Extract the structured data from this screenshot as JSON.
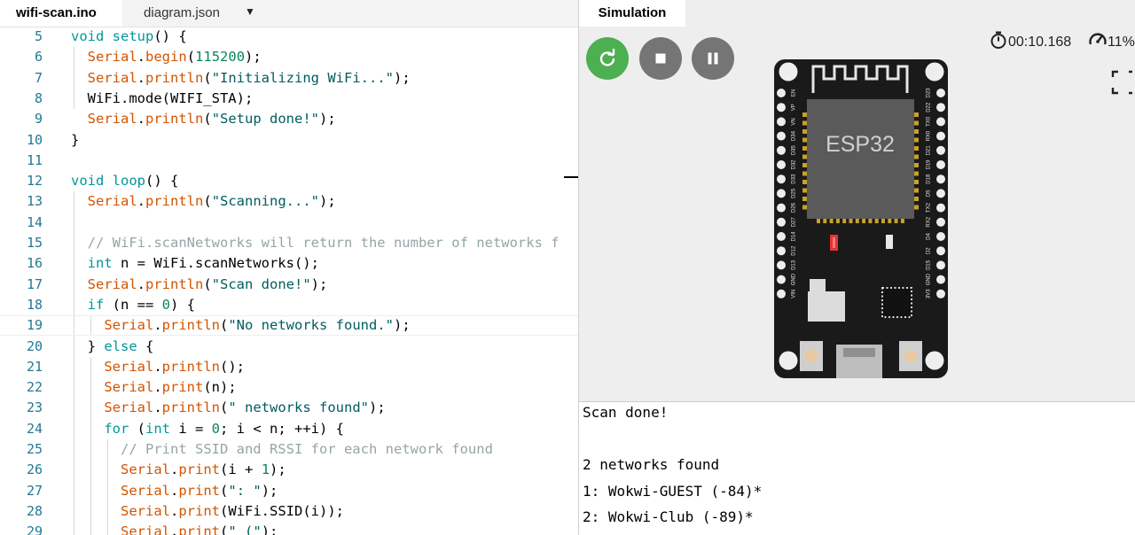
{
  "editor": {
    "tabs": [
      {
        "label": "wifi-scan.ino",
        "active": true
      },
      {
        "label": "diagram.json",
        "active": false
      }
    ],
    "menu_icon": "caret-down-icon",
    "lines": [
      {
        "n": "5",
        "tokens": [
          [
            "kw",
            "void"
          ],
          [
            "pl",
            " "
          ],
          [
            "kw",
            "setup"
          ],
          [
            "pl",
            "() {"
          ]
        ]
      },
      {
        "n": "6",
        "tokens": [
          [
            "pl",
            "  "
          ],
          [
            "fn",
            "Serial"
          ],
          [
            "pl",
            "."
          ],
          [
            "fn",
            "begin"
          ],
          [
            "pl",
            "("
          ],
          [
            "num",
            "115200"
          ],
          [
            "pl",
            ");"
          ]
        ]
      },
      {
        "n": "7",
        "tokens": [
          [
            "pl",
            "  "
          ],
          [
            "fn",
            "Serial"
          ],
          [
            "pl",
            "."
          ],
          [
            "fn",
            "println"
          ],
          [
            "pl",
            "("
          ],
          [
            "str",
            "\"Initializing WiFi...\""
          ],
          [
            "pl",
            ");"
          ]
        ]
      },
      {
        "n": "8",
        "tokens": [
          [
            "pl",
            "  WiFi.mode(WIFI_STA);"
          ]
        ]
      },
      {
        "n": "9",
        "tokens": [
          [
            "pl",
            "  "
          ],
          [
            "fn",
            "Serial"
          ],
          [
            "pl",
            "."
          ],
          [
            "fn",
            "println"
          ],
          [
            "pl",
            "("
          ],
          [
            "str",
            "\"Setup done!\""
          ],
          [
            "pl",
            ");"
          ]
        ]
      },
      {
        "n": "10",
        "tokens": [
          [
            "pl",
            "}"
          ]
        ]
      },
      {
        "n": "11",
        "tokens": []
      },
      {
        "n": "12",
        "tokens": [
          [
            "kw",
            "void"
          ],
          [
            "pl",
            " "
          ],
          [
            "kw",
            "loop"
          ],
          [
            "pl",
            "() {"
          ]
        ]
      },
      {
        "n": "13",
        "tokens": [
          [
            "pl",
            "  "
          ],
          [
            "fn",
            "Serial"
          ],
          [
            "pl",
            "."
          ],
          [
            "fn",
            "println"
          ],
          [
            "pl",
            "("
          ],
          [
            "str",
            "\"Scanning...\""
          ],
          [
            "pl",
            ");"
          ]
        ]
      },
      {
        "n": "14",
        "tokens": []
      },
      {
        "n": "15",
        "tokens": [
          [
            "pl",
            "  "
          ],
          [
            "cm",
            "// WiFi.scanNetworks will return the number of networks f"
          ]
        ]
      },
      {
        "n": "16",
        "tokens": [
          [
            "pl",
            "  "
          ],
          [
            "kw",
            "int"
          ],
          [
            "pl",
            " n = WiFi.scanNetworks();"
          ]
        ]
      },
      {
        "n": "17",
        "tokens": [
          [
            "pl",
            "  "
          ],
          [
            "fn",
            "Serial"
          ],
          [
            "pl",
            "."
          ],
          [
            "fn",
            "println"
          ],
          [
            "pl",
            "("
          ],
          [
            "str",
            "\"Scan done!\""
          ],
          [
            "pl",
            ");"
          ]
        ]
      },
      {
        "n": "18",
        "tokens": [
          [
            "pl",
            "  "
          ],
          [
            "kw",
            "if"
          ],
          [
            "pl",
            " (n == "
          ],
          [
            "num",
            "0"
          ],
          [
            "pl",
            ") {"
          ]
        ]
      },
      {
        "n": "19",
        "tokens": [
          [
            "pl",
            "    "
          ],
          [
            "fn",
            "Serial"
          ],
          [
            "pl",
            "."
          ],
          [
            "fn",
            "println"
          ],
          [
            "pl",
            "("
          ],
          [
            "str",
            "\"No networks found.\""
          ],
          [
            "pl",
            ");"
          ]
        ]
      },
      {
        "n": "20",
        "tokens": [
          [
            "pl",
            "  } "
          ],
          [
            "kw",
            "else"
          ],
          [
            "pl",
            " {"
          ]
        ]
      },
      {
        "n": "21",
        "tokens": [
          [
            "pl",
            "    "
          ],
          [
            "fn",
            "Serial"
          ],
          [
            "pl",
            "."
          ],
          [
            "fn",
            "println"
          ],
          [
            "pl",
            "();"
          ]
        ]
      },
      {
        "n": "22",
        "tokens": [
          [
            "pl",
            "    "
          ],
          [
            "fn",
            "Serial"
          ],
          [
            "pl",
            "."
          ],
          [
            "fn",
            "print"
          ],
          [
            "pl",
            "(n);"
          ]
        ]
      },
      {
        "n": "23",
        "tokens": [
          [
            "pl",
            "    "
          ],
          [
            "fn",
            "Serial"
          ],
          [
            "pl",
            "."
          ],
          [
            "fn",
            "println"
          ],
          [
            "pl",
            "("
          ],
          [
            "str",
            "\" networks found\""
          ],
          [
            "pl",
            ");"
          ]
        ]
      },
      {
        "n": "24",
        "tokens": [
          [
            "pl",
            "    "
          ],
          [
            "kw",
            "for"
          ],
          [
            "pl",
            " ("
          ],
          [
            "kw",
            "int"
          ],
          [
            "pl",
            " i = "
          ],
          [
            "num",
            "0"
          ],
          [
            "pl",
            "; i < n; ++i) {"
          ]
        ]
      },
      {
        "n": "25",
        "tokens": [
          [
            "pl",
            "      "
          ],
          [
            "cm",
            "// Print SSID and RSSI for each network found"
          ]
        ]
      },
      {
        "n": "26",
        "tokens": [
          [
            "pl",
            "      "
          ],
          [
            "fn",
            "Serial"
          ],
          [
            "pl",
            "."
          ],
          [
            "fn",
            "print"
          ],
          [
            "pl",
            "(i + "
          ],
          [
            "num",
            "1"
          ],
          [
            "pl",
            ");"
          ]
        ]
      },
      {
        "n": "27",
        "tokens": [
          [
            "pl",
            "      "
          ],
          [
            "fn",
            "Serial"
          ],
          [
            "pl",
            "."
          ],
          [
            "fn",
            "print"
          ],
          [
            "pl",
            "("
          ],
          [
            "str",
            "\": \""
          ],
          [
            "pl",
            ");"
          ]
        ]
      },
      {
        "n": "28",
        "tokens": [
          [
            "pl",
            "      "
          ],
          [
            "fn",
            "Serial"
          ],
          [
            "pl",
            "."
          ],
          [
            "fn",
            "print"
          ],
          [
            "pl",
            "(WiFi.SSID(i));"
          ]
        ]
      },
      {
        "n": "29",
        "tokens": [
          [
            "pl",
            "      "
          ],
          [
            "fn",
            "Serial"
          ],
          [
            "pl",
            "."
          ],
          [
            "fn",
            "print"
          ],
          [
            "pl",
            "("
          ],
          [
            "str",
            "\" (\""
          ],
          [
            "pl",
            ");"
          ]
        ]
      }
    ],
    "current_line": "19",
    "colors": {
      "keyword": "#00979c",
      "function": "#d35400",
      "string": "#005c5f",
      "number": "#098658",
      "comment": "#95a5a6",
      "line_number": "#237893"
    }
  },
  "simulation": {
    "tab_label": "Simulation",
    "controls": {
      "restart_icon": "restart-icon",
      "stop_icon": "stop-icon",
      "pause_icon": "pause-icon"
    },
    "timer": "00:10.168",
    "speed": "11%",
    "board": {
      "chip_label": "ESP32",
      "left_pins": [
        "EN",
        "VP",
        "VN",
        "D34",
        "D35",
        "D32",
        "D33",
        "D25",
        "D26",
        "D27",
        "D14",
        "D12",
        "D13",
        "GND",
        "VIN"
      ],
      "right_pins": [
        "D23",
        "D22",
        "TX0",
        "RX0",
        "D21",
        "D19",
        "D18",
        "D5",
        "TX2",
        "RX2",
        "D4",
        "D2",
        "D15",
        "GND",
        "3V3"
      ]
    },
    "serial_output": [
      "Scan done!",
      "",
      "2 networks found",
      "1: Wokwi-GUEST (-84)*",
      "2: Wokwi-Club (-89)*"
    ],
    "colors": {
      "play": "#4caf50",
      "control": "#757575",
      "board": "#1a1a1a",
      "chip": "#5a5a5a"
    }
  }
}
